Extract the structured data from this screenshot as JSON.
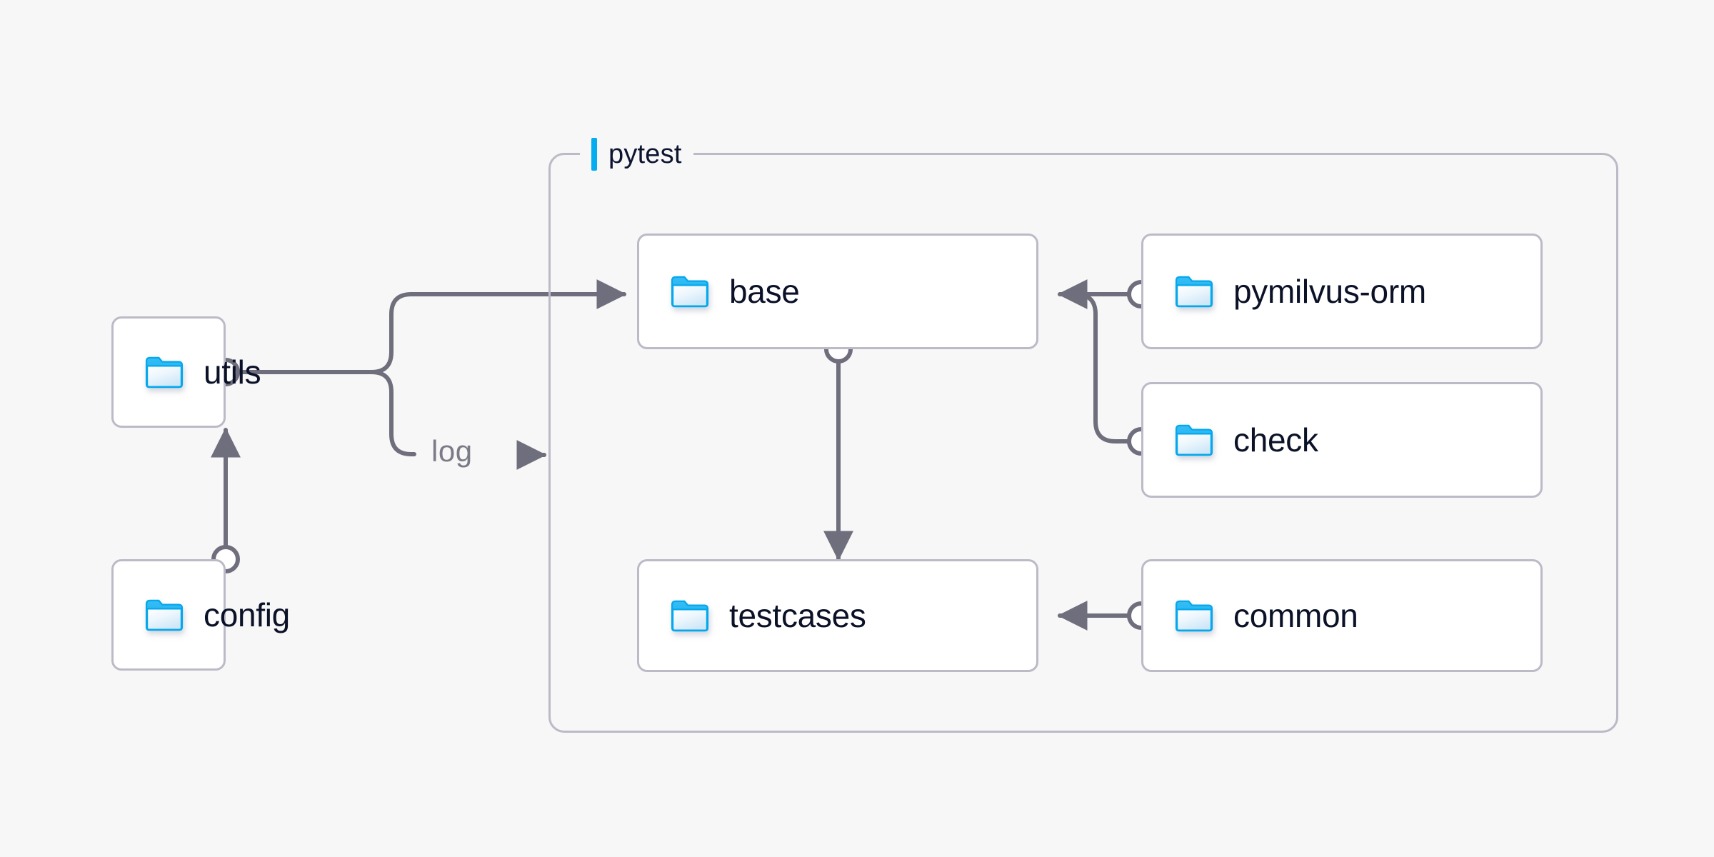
{
  "canvas": {
    "background_color": "#f7f7f7",
    "line_color": "#6e6e7c",
    "border_color": "#bdbac8",
    "accent_color": "#04adef",
    "text_color": "#0b1228"
  },
  "group": {
    "name": "pytest",
    "label": "pytest",
    "accent_color": "#04adef"
  },
  "nodes": [
    {
      "id": "utils",
      "label": "utils",
      "icon": "folder-icon"
    },
    {
      "id": "config",
      "label": "config",
      "icon": "folder-icon"
    },
    {
      "id": "base",
      "label": "base",
      "icon": "folder-icon"
    },
    {
      "id": "testcases",
      "label": "testcases",
      "icon": "folder-icon"
    },
    {
      "id": "pymilvus-orm",
      "label": "pymilvus-orm",
      "icon": "folder-icon"
    },
    {
      "id": "check",
      "label": "check",
      "icon": "folder-icon"
    },
    {
      "id": "common",
      "label": "common",
      "icon": "folder-icon"
    }
  ],
  "edges": [
    {
      "id": "utils-base",
      "from": "utils",
      "to": "base",
      "label": ""
    },
    {
      "id": "utils-log",
      "from": "utils",
      "to": "pytest",
      "label": "log"
    },
    {
      "id": "config-utils",
      "from": "config",
      "to": "utils",
      "label": ""
    },
    {
      "id": "base-testcases",
      "from": "base",
      "to": "testcases",
      "label": ""
    },
    {
      "id": "pymilvus-orm-base",
      "from": "pymilvus-orm",
      "to": "base",
      "label": ""
    },
    {
      "id": "check-base",
      "from": "check",
      "to": "base",
      "label": ""
    },
    {
      "id": "common-testcases",
      "from": "common",
      "to": "testcases",
      "label": ""
    }
  ],
  "edge_labels": {
    "log": "log"
  }
}
